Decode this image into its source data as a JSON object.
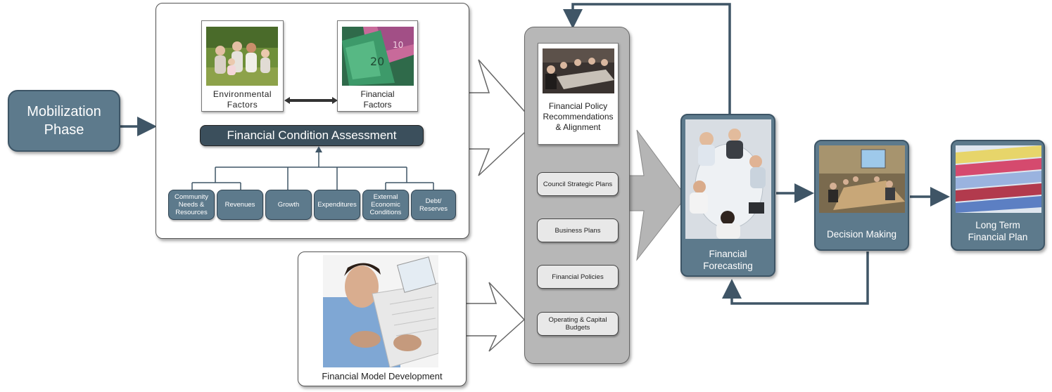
{
  "mobilization": {
    "label_line1": "Mobilization",
    "label_line2": "Phase"
  },
  "assessment": {
    "environmental": {
      "line1": "Environmental",
      "line2": "Factors"
    },
    "financial": {
      "line1": "Financial",
      "line2": "Factors"
    },
    "title": "Financial Condition Assessment",
    "factors": [
      {
        "text": "Community Needs & Resources"
      },
      {
        "text": "Revenues"
      },
      {
        "text": "Growth"
      },
      {
        "text": "Expenditures"
      },
      {
        "text": "External Economic Conditions"
      },
      {
        "text": "Debt/ Reserves"
      }
    ]
  },
  "model": {
    "caption": "Financial Model Development"
  },
  "policy": {
    "card": {
      "line1": "Financial Policy",
      "line2": "Recommendations",
      "line3": "& Alignment"
    },
    "items": [
      {
        "text": "Council Strategic Plans"
      },
      {
        "text": "Business Plans"
      },
      {
        "text": "Financial Policies"
      },
      {
        "text": "Operating & Capital Budgets"
      }
    ]
  },
  "forecasting": {
    "line1": "Financial",
    "line2": "Forecasting"
  },
  "decision": {
    "label": "Decision Making"
  },
  "longterm": {
    "line1": "Long Term",
    "line2": "Financial Plan"
  },
  "colors": {
    "slate": "#5d7a8c",
    "slate_dark": "#3d5566",
    "connector": "#3f5566",
    "gray_arrow": "#b5b5b5"
  }
}
